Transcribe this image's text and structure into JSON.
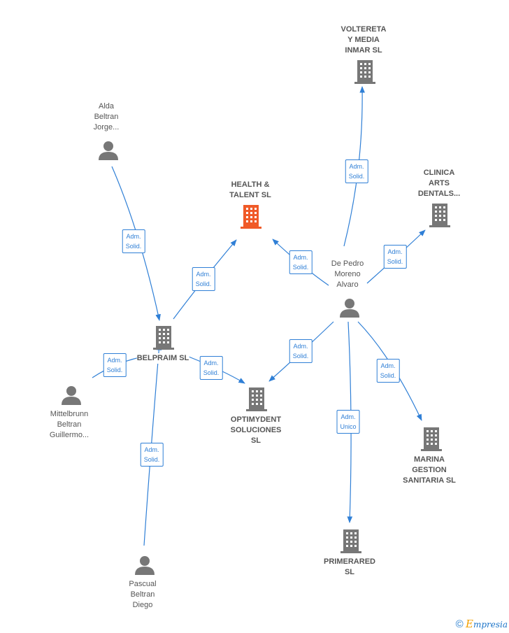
{
  "nodes": {
    "voltereta": {
      "lines": [
        "VOLTERETA",
        "Y MEDIA",
        "INMAR  SL"
      ]
    },
    "clinica": {
      "lines": [
        "CLINICA",
        "ARTS",
        "DENTALS..."
      ]
    },
    "health": {
      "lines": [
        "HEALTH &",
        "TALENT  SL"
      ]
    },
    "alda": {
      "lines": [
        "Alda",
        "Beltran",
        "Jorge..."
      ]
    },
    "depedro": {
      "lines": [
        "De Pedro",
        "Moreno",
        "Alvaro"
      ]
    },
    "belpraim": {
      "lines": [
        "BELPRAIM SL"
      ]
    },
    "mittelbrunn": {
      "lines": [
        "Mittelbrunn",
        "Beltran",
        "Guillermo..."
      ]
    },
    "optimydent": {
      "lines": [
        "OPTIMYDENT",
        "SOLUCIONES",
        "SL"
      ]
    },
    "marina": {
      "lines": [
        "MARINA",
        "GESTION",
        "SANITARIA  SL"
      ]
    },
    "primerared": {
      "lines": [
        "PRIMERARED",
        "SL"
      ]
    },
    "pascual": {
      "lines": [
        "Pascual",
        "Beltran",
        "Diego"
      ]
    }
  },
  "edges": [
    {
      "id": "alda-belpraim",
      "label": [
        "Adm.",
        "Solid."
      ]
    },
    {
      "id": "belpraim-health",
      "label": [
        "Adm.",
        "Solid."
      ]
    },
    {
      "id": "mittelbrunn-belpraim",
      "label": [
        "Adm.",
        "Solid."
      ]
    },
    {
      "id": "belpraim-optimydent",
      "label": [
        "Adm.",
        "Solid."
      ]
    },
    {
      "id": "pascual-belpraim",
      "label": [
        "Adm.",
        "Solid."
      ]
    },
    {
      "id": "depedro-voltereta",
      "label": [
        "Adm.",
        "Solid."
      ]
    },
    {
      "id": "depedro-health",
      "label": [
        "Adm.",
        "Solid."
      ]
    },
    {
      "id": "depedro-clinica",
      "label": [
        "Adm.",
        "Solid."
      ]
    },
    {
      "id": "depedro-optimydent",
      "label": [
        "Adm.",
        "Solid."
      ]
    },
    {
      "id": "depedro-marina",
      "label": [
        "Adm.",
        "Solid."
      ]
    },
    {
      "id": "depedro-primerared",
      "label": [
        "Adm.",
        "Unico"
      ]
    }
  ],
  "colors": {
    "link": "#2f7fd6",
    "node_icon": "#777777",
    "focus_icon": "#f05a28"
  },
  "brand": {
    "symbol": "©",
    "first_letter": "E",
    "rest": "mpresia"
  }
}
